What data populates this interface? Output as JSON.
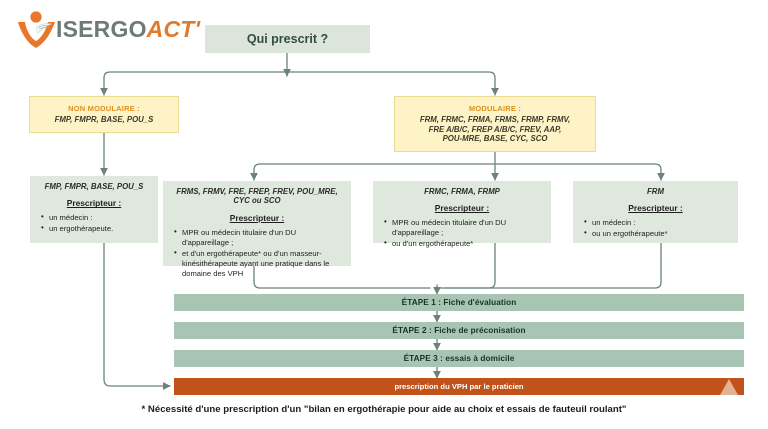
{
  "brand": {
    "name_part1": "ISERGO",
    "name_part2": "ACT'",
    "logo_icon": "person-v-logo-icon",
    "accent_orange": "#e07a30",
    "accent_grey": "#6e7b74"
  },
  "colors": {
    "top_box_bg": "#dde5db",
    "yellow_bg": "#fdf3c6",
    "yellow_title": "#e09020",
    "green_box_bg": "#dfe8dd",
    "etape_bg": "#a8c5b4",
    "orange_bar_bg": "#c0521a",
    "connector": "#6b8477"
  },
  "root": {
    "label": "Qui prescrit ?"
  },
  "categories": [
    {
      "id": "non-modulaire",
      "title": "NON MODULAIRE :",
      "codes": [
        "FMP, FMPR, BASE, POU_S"
      ]
    },
    {
      "id": "modulaire",
      "title": "MODULAIRE :",
      "codes": [
        "FRM, FRMC, FRMA, FRMS, FRMP, FRMV,",
        "FRE A/B/C, FREP A/B/C, FREV, AAP,",
        "POU-MRE, BASE, CYC, SCO"
      ]
    }
  ],
  "prescriber_label": "Prescripteur :",
  "prescriber_boxes": [
    {
      "id": "box-1",
      "codes": "FMP, FMPR, BASE, POU_S",
      "items": [
        "un médecin :",
        "un ergothérapeute."
      ]
    },
    {
      "id": "box-2",
      "codes": "FRMS, FRMV, FRE, FREP, FREV, POU_MRE, CYC ou SCO",
      "items": [
        "MPR ou médecin titulaire d'un DU d'appareillage ;",
        "et d'un ergothérapeute* ou d'un masseur-kinésithérapeute ayant une pratique dans le domaine des VPH"
      ]
    },
    {
      "id": "box-3",
      "codes": "FRMC, FRMA, FRMP",
      "items": [
        "MPR ou médecin titulaire d'un DU d'appareillage ;",
        "ou d'un ergothérapeute*"
      ]
    },
    {
      "id": "box-4",
      "codes": "FRM",
      "items": [
        "un médecin :",
        "ou un ergothérapeute*"
      ]
    }
  ],
  "etapes": [
    "ÉTAPE 1 : Fiche d'évaluation",
    "ÉTAPE 2 : Fiche de préconisation",
    "ÉTAPE 3 : essais à domicile"
  ],
  "final_bar": {
    "label": "prescription du VPH par le praticien"
  },
  "footnote": "* Nécessité d'une prescription d'un \"bilan en ergothérapie pour aide au choix et essais de fauteuil roulant\""
}
